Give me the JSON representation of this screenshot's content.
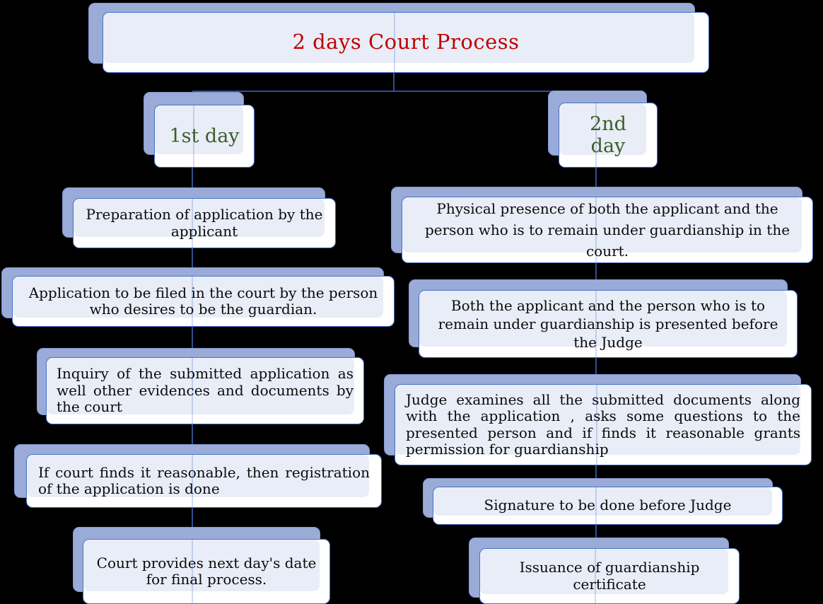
{
  "diagram": {
    "title": {
      "text": "2 days Court Process",
      "text_color": "#c00000"
    },
    "branches": [
      {
        "label": "1st day",
        "label_color": "#3a5f27",
        "steps": [
          "Preparation of application by the applicant",
          "Application to be filed in the court by the person who desires to be the guardian.",
          "Inquiry of the submitted application as well other evidences and documents by the court",
          "If court finds it reasonable, then registration of the application is done",
          "Court provides next day's date for final process."
        ]
      },
      {
        "label": "2nd\nday",
        "label_color": "#3a5f27",
        "steps": [
          "Physical presence of both the applicant and the person  who is to remain under guardianship in the court.",
          "Both the applicant and the person who is to remain under guardianship is presented before the Judge",
          "Judge examines all the submitted documents along with the application , asks some questions to the presented person and if finds it reasonable grants permission for guardianship",
          "Signature to be done before Judge",
          "Issuance of guardianship certificate"
        ]
      }
    ],
    "colors": {
      "background": "#000000",
      "box_fill": "#ffffff",
      "box_tint": "#e9edf7",
      "box_border": "#4673c8",
      "shadow_fill": "#9aabd8",
      "connector": "#2e4f91",
      "body_text": "#0b0b0b"
    }
  }
}
